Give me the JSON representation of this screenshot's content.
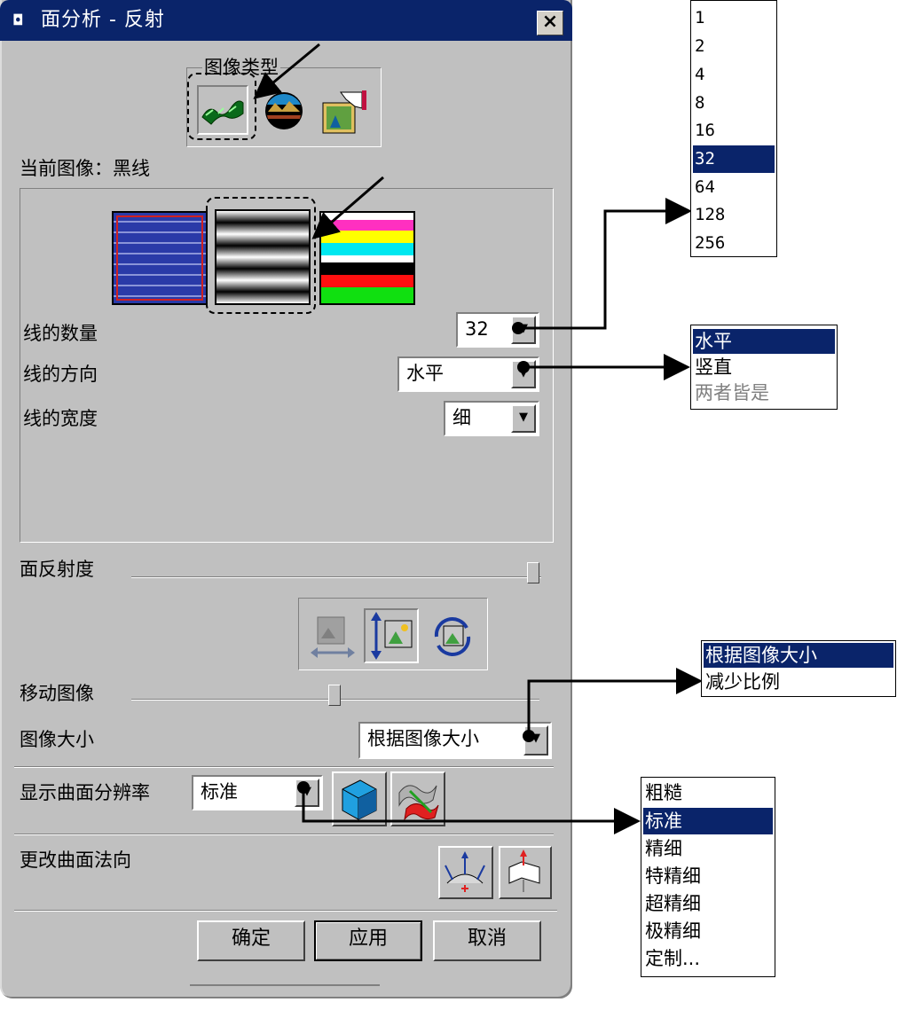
{
  "window": {
    "title": "面分析 - 反射",
    "close": "×",
    "icon": "nx-logo-icon"
  },
  "image_type": {
    "group_label": "图像类型",
    "options": [
      {
        "icon": "surface-reflection-icon"
      },
      {
        "icon": "scene-image-icon"
      },
      {
        "icon": "user-image-icon"
      }
    ]
  },
  "current_image": {
    "label": "当前图像：黑线"
  },
  "line_images": [
    {
      "icon": "blue-lines-icon"
    },
    {
      "icon": "black-lines-icon"
    },
    {
      "icon": "color-lines-icon"
    }
  ],
  "line_count": {
    "label": "线的数量",
    "value": "32"
  },
  "line_direction": {
    "label": "线的方向",
    "value": "水平"
  },
  "line_width": {
    "label": "线的宽度",
    "value": "细"
  },
  "reflectivity": {
    "label": "面反射度",
    "level": 1.0
  },
  "image_move_buttons": [
    {
      "icon": "move-horizontal-icon"
    },
    {
      "icon": "move-vertical-icon"
    },
    {
      "icon": "rotate-image-icon"
    }
  ],
  "move_image": {
    "label": "移动图像",
    "level": 0.5
  },
  "image_size": {
    "label": "图像大小",
    "value": "根据图像大小"
  },
  "surface_resolution": {
    "label": "显示曲面分辨率",
    "value": "标准"
  },
  "change_normal": {
    "label": "更改曲面法向"
  },
  "buttons": {
    "ok": "确定",
    "apply": "应用",
    "cancel": "取消"
  },
  "count_list": {
    "items": [
      "1",
      "2",
      "4",
      "8",
      "16",
      "32",
      "64",
      "128",
      "256"
    ],
    "selected": "32"
  },
  "direction_list": {
    "items": [
      "水平",
      "竖直",
      "两者皆是"
    ],
    "selected": "水平",
    "disabled": "两者皆是"
  },
  "size_list": {
    "items": [
      "根据图像大小",
      "减少比例"
    ],
    "selected": "根据图像大小"
  },
  "resolution_list": {
    "items": [
      "粗糙",
      "标准",
      "精细",
      "特精细",
      "超精细",
      "极精细",
      "定制..."
    ],
    "selected": "标准"
  }
}
